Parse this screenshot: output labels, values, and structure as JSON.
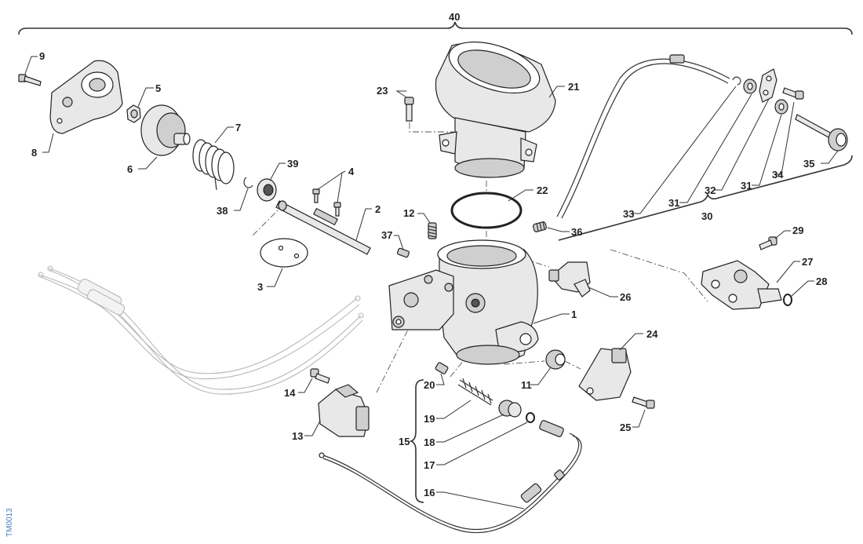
{
  "document_code": "TM0013",
  "colors": {
    "ink": "#222222",
    "ghost": "#b7b7b7",
    "code": "#4a7fc0",
    "background": "#ffffff"
  },
  "callouts": {
    "c1": "1",
    "c2": "2",
    "c3": "3",
    "c4": "4",
    "c5": "5",
    "c6": "6",
    "c7": "7",
    "c8": "8",
    "c9": "9",
    "c11": "11",
    "c12": "12",
    "c13": "13",
    "c14": "14",
    "c15": "15",
    "c16": "16",
    "c17": "17",
    "c18": "18",
    "c19": "19",
    "c20": "20",
    "c21": "21",
    "c22": "22",
    "c23": "23",
    "c24": "24",
    "c25": "25",
    "c26": "26",
    "c27": "27",
    "c28": "28",
    "c29": "29",
    "c30": "30",
    "c31a": "31",
    "c31b": "31",
    "c32": "32",
    "c33": "33",
    "c34": "34",
    "c35": "35",
    "c36": "36",
    "c37": "37",
    "c38": "38",
    "c39": "39",
    "c40": "40"
  }
}
